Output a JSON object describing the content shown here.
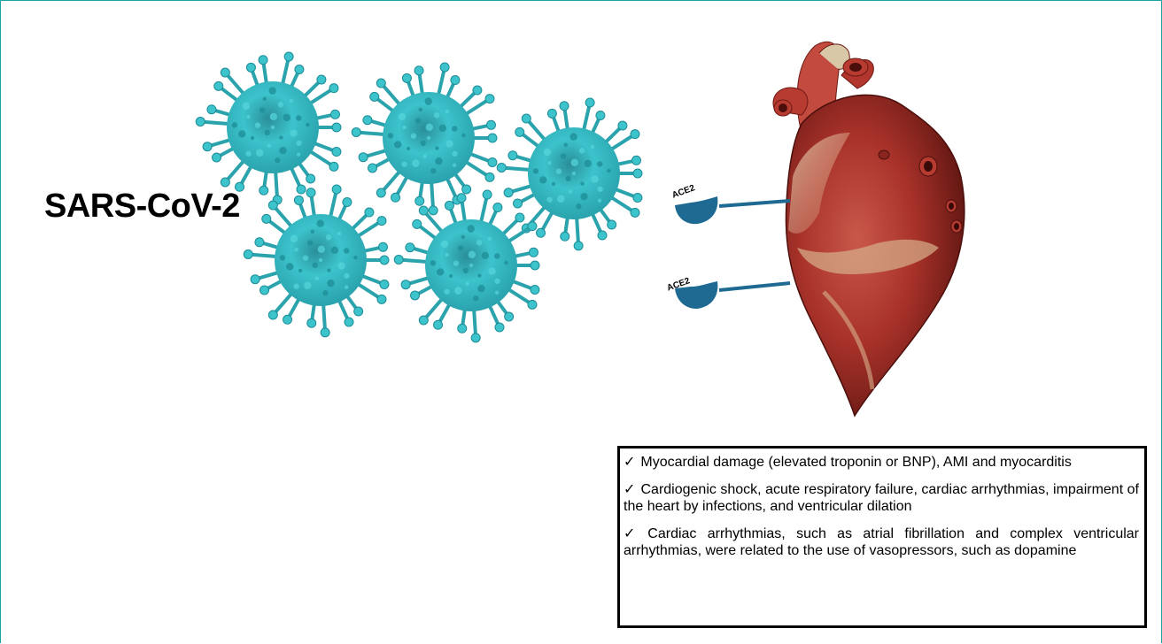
{
  "title": "SARS-CoV-2",
  "receptors": [
    {
      "label": "ACE2"
    },
    {
      "label": "ACE2"
    }
  ],
  "outcomes": [
    {
      "mark": "✓",
      "text": "Myocardial damage (elevated troponin or BNP), AMI and myocarditis"
    },
    {
      "mark": "✓",
      "text": "Cardiogenic shock, acute respiratory failure, cardiac arrhythmias, impairment of the heart by infections, and ventricular dilation"
    },
    {
      "mark": "✓",
      "text": "Cardiac arrhythmias, such as atrial fibrillation and complex ventricular arrhythmias, were related to the use of vasopressors, such as dopamine"
    }
  ],
  "colors": {
    "frame": "#1aa3a8",
    "virus": "#3cc3cc",
    "virus_dark": "#1e8c96",
    "receptor": "#1f6a92",
    "heart": "#a8322a",
    "heart_dark": "#5c1410"
  }
}
